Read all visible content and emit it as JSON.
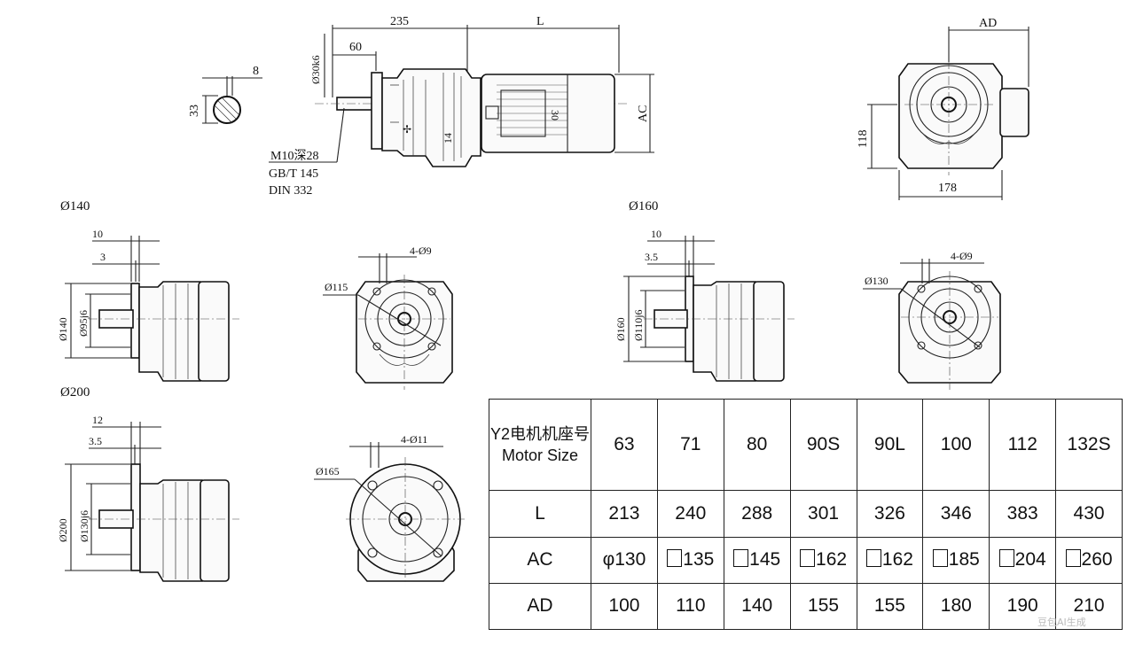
{
  "top_view": {
    "dims": {
      "len_235": "235",
      "len_L": "L",
      "dia_shaft": "Ø30k6",
      "len_60": "60",
      "key_8": "8",
      "key_33": "33",
      "height_AC": "AC",
      "dim_14": "14",
      "dim_30": "30"
    },
    "notes": [
      "M10深28",
      "GB/T 145",
      "DIN 332"
    ]
  },
  "end_view": {
    "dims": {
      "width_AD": "AD",
      "height_118": "118",
      "width_178": "178"
    }
  },
  "flanges": [
    {
      "title": "Ø140",
      "d1": "10",
      "d2": "3",
      "outer": "Ø140",
      "spigot": "Ø95j6",
      "bolt_label": "4-Ø9",
      "pcd": "Ø115"
    },
    {
      "title": "Ø160",
      "d1": "10",
      "d2": "3.5",
      "outer": "Ø160",
      "spigot": "Ø110j6",
      "bolt_label": "4-Ø9",
      "pcd": "Ø130"
    },
    {
      "title": "Ø200",
      "d1": "12",
      "d2": "3.5",
      "outer": "Ø200",
      "spigot": "Ø130j6",
      "bolt_label": "4-Ø11",
      "pcd": "Ø165"
    }
  ],
  "table": {
    "header_cn": "Y2电机机座号",
    "header_en": "Motor Size",
    "sizes": [
      "63",
      "71",
      "80",
      "90S",
      "90L",
      "100",
      "112",
      "132S"
    ],
    "rows": [
      {
        "label": "L",
        "values": [
          "213",
          "240",
          "288",
          "301",
          "326",
          "346",
          "383",
          "430"
        ]
      },
      {
        "label": "AC",
        "values": [
          "φ130",
          "135",
          "145",
          "162",
          "162",
          "185",
          "204",
          "260"
        ],
        "square_prefix": [
          false,
          true,
          true,
          true,
          true,
          true,
          true,
          true
        ]
      },
      {
        "label": "AD",
        "values": [
          "100",
          "110",
          "140",
          "155",
          "155",
          "180",
          "190",
          "210"
        ]
      }
    ]
  },
  "watermark": "豆包AI生成"
}
